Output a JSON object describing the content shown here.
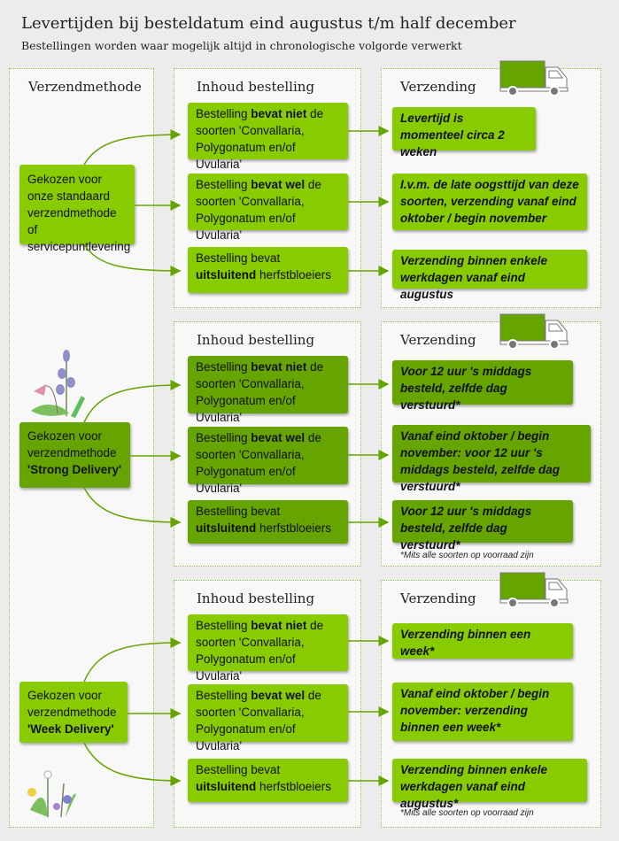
{
  "title": "Levertijden bij besteldatum eind augustus t/m half december",
  "subtitle": "Bestellingen worden waar mogelijk altijd in chronologische volgorde verwerkt",
  "col_method": "Verzendmethode",
  "col_content": "Inhoud bestelling",
  "col_shipping": "Verzending",
  "colors": {
    "light": "#88cc00",
    "dark": "#66a500"
  },
  "sections": [
    {
      "method": {
        "l1": "Gekozen voor",
        "l2": "onze standaard",
        "l3": "verzendmethode of",
        "l4": "servicepuntlevering"
      },
      "contents": [
        {
          "pre": "Bestelling ",
          "bold": "bevat niet",
          "post": " de soorten 'Convallaria, Polygonatum en/of Uvularia'"
        },
        {
          "pre": "Bestelling ",
          "bold": "bevat wel",
          "post": " de soorten 'Convallaria, Polygonatum en/of Uvularia'"
        },
        {
          "pre": "Bestelling bevat ",
          "bold": "uitsluitend",
          "post": " herfstbloeiers"
        }
      ],
      "shipping": [
        "Levertijd is momenteel circa 2 weken",
        "I.v.m. de late oogsttijd van deze soorten, verzending vanaf eind oktober / begin november",
        "Verzending binnen enkele werkdagen vanaf eind augustus"
      ]
    },
    {
      "method": {
        "l1": "Gekozen voor",
        "l2": "verzendmethode",
        "l3": "'Strong Delivery'"
      },
      "contents": [
        {
          "pre": "Bestelling ",
          "bold": "bevat niet",
          "post": " de soorten 'Convallaria, Polygonatum en/of Uvularia'"
        },
        {
          "pre": "Bestelling ",
          "bold": "bevat wel",
          "post": " de soorten 'Convallaria, Polygonatum en/of Uvularia'"
        },
        {
          "pre": "Bestelling bevat ",
          "bold": "uitsluitend",
          "post": " herfstbloeiers"
        }
      ],
      "shipping": [
        "Voor 12 uur 's middags besteld, zelfde dag verstuurd*",
        "Vanaf eind oktober / begin november: voor 12 uur 's middags besteld, zelfde dag verstuurd*",
        "Voor 12 uur 's middags besteld, zelfde dag verstuurd*"
      ],
      "note": "*Mits alle soorten op voorraad zijn"
    },
    {
      "method": {
        "l1": "Gekozen voor",
        "l2": "verzendmethode",
        "l3": "'Week Delivery'"
      },
      "contents": [
        {
          "pre": "Bestelling ",
          "bold": "bevat niet",
          "post": " de soorten 'Convallaria, Polygonatum en/of Uvularia'"
        },
        {
          "pre": "Bestelling ",
          "bold": "bevat wel",
          "post": " de soorten 'Convallaria, Polygonatum en/of Uvularia'"
        },
        {
          "pre": "Bestelling bevat ",
          "bold": "uitsluitend",
          "post": " herfstbloeiers"
        }
      ],
      "shipping": [
        "Verzending binnen een week*",
        "Vanaf eind oktober / begin november: verzending binnen een week*",
        "Verzending binnen enkele werkdagen vanaf eind augustus*"
      ],
      "note": "*Mits alle soorten op voorraad zijn"
    }
  ]
}
